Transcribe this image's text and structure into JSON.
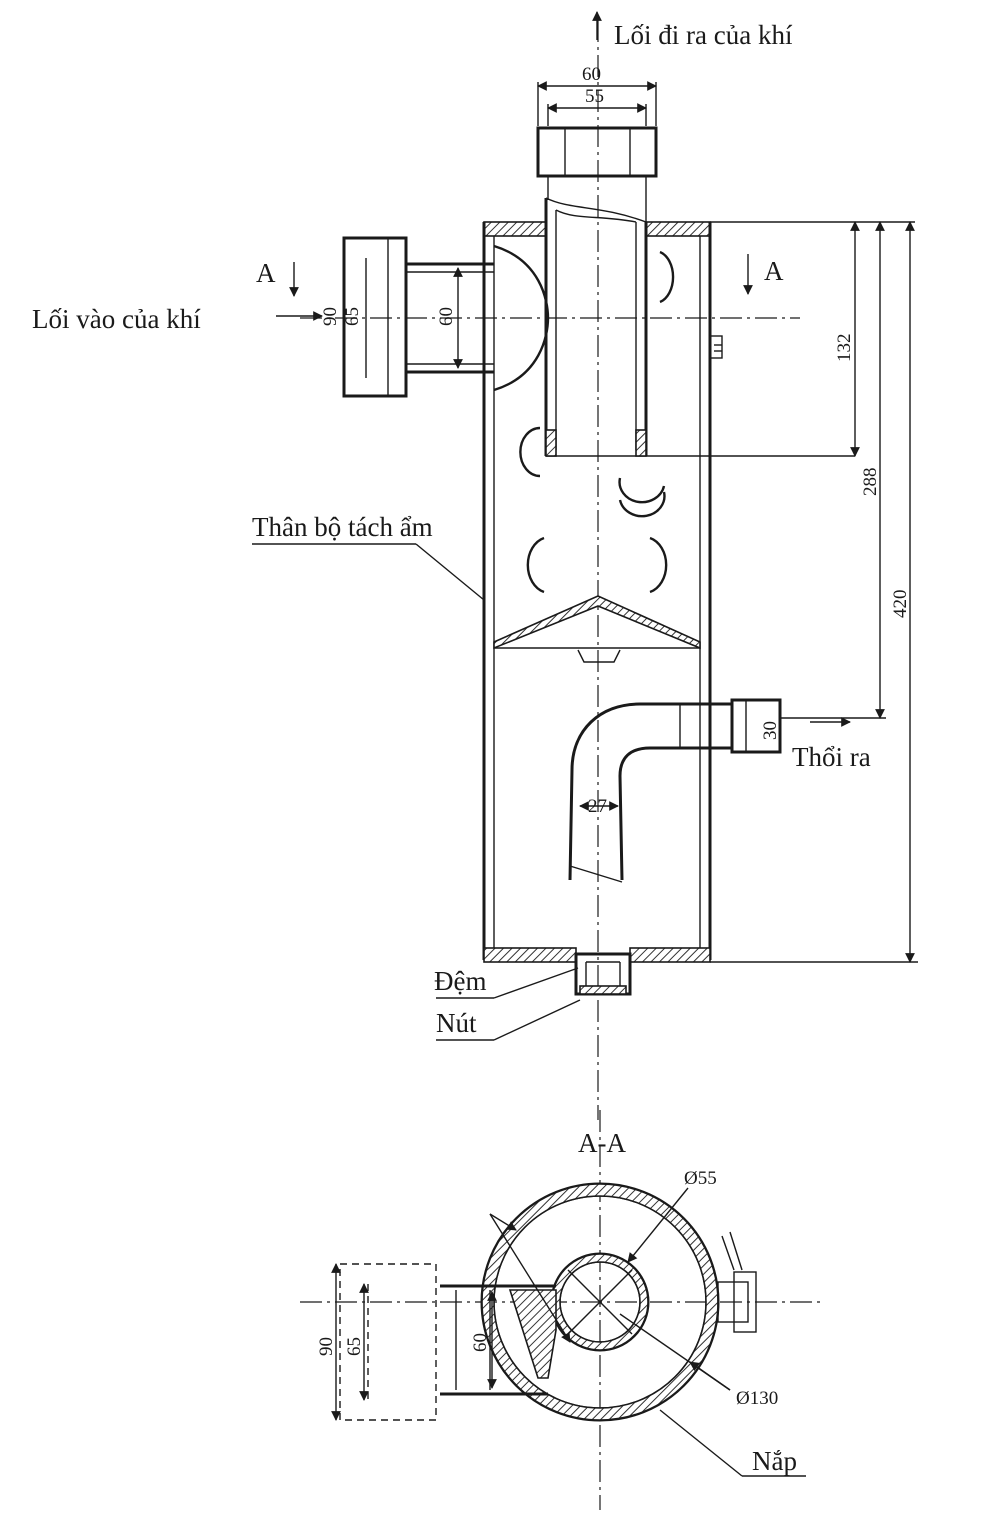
{
  "labels": {
    "gas_outlet": "Lối đi ra của khí",
    "gas_inlet": "Lối vào của khí",
    "separator_body": "Thân bộ tách ẩm",
    "blow_out": "Thổi ra",
    "gasket": "Đệm",
    "plug": "Nút",
    "section_mark_left": "A",
    "section_mark_right": "A",
    "section_title": "A-A",
    "cover": "Nắp"
  },
  "dimensions": {
    "outlet_outer": "60",
    "outlet_inner": "55",
    "inlet_flange": "90",
    "inlet_bolt": "65",
    "inlet_pipe": "60",
    "inner_pipe_depth": "132",
    "baffle_height": "288",
    "total_height": "420",
    "drain_outlet": "30",
    "drain_pipe": "27",
    "section_flange": "90",
    "section_bolt": "65",
    "section_pipe": "60",
    "inner_diameter": "Ø55",
    "outer_diameter": "Ø130"
  }
}
